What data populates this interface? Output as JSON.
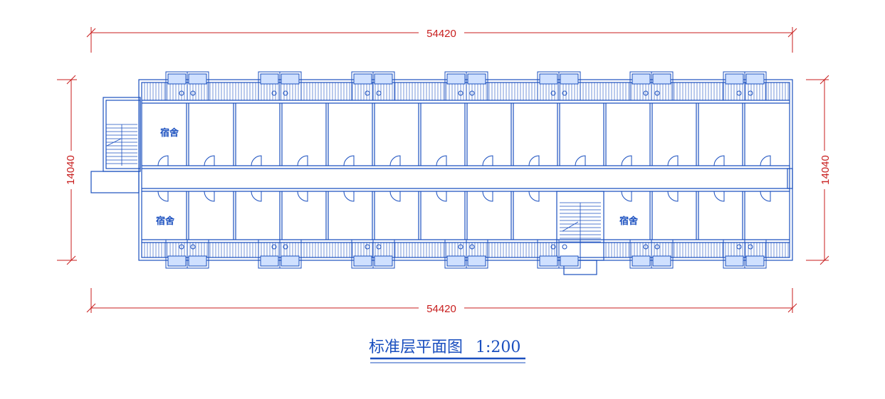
{
  "drawing": {
    "title": "标准层平面图",
    "scale": "1:200",
    "dimensions": {
      "top_width": "54420",
      "bottom_width": "54420",
      "left_depth": "14040",
      "right_depth": "14040"
    },
    "room_labels": {
      "top_left": "宿舍",
      "bottom_left": "宿舍",
      "bottom_right": "宿舍"
    }
  },
  "colors": {
    "plan_line": "#1a4fbf",
    "dimension_line": "#c81e1e"
  }
}
